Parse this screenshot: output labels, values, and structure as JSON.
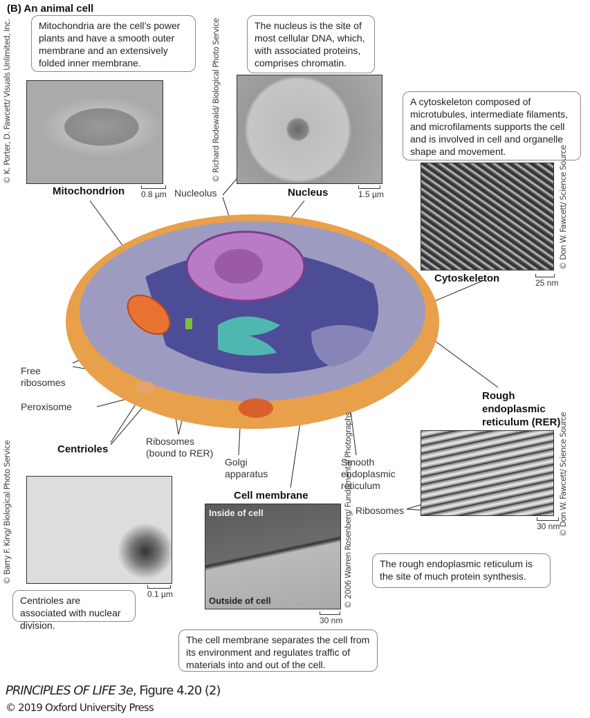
{
  "title": "(B)  An animal cell",
  "callouts": {
    "mitochondria": "Mitochondria are the cell’s power plants and have a smooth outer membrane and an extensively folded inner membrane.",
    "nucleus": "The nucleus is the site of most cellular DNA, which, with associated proteins, comprises chromatin.",
    "cytoskeleton": "A cytoskeleton composed of microtubules, intermediate filaments, and microfilaments supports the cell and is involved in cell and organelle shape and movement.",
    "rer": "The rough endoplasmic reticulum is the site of much protein synthesis.",
    "centrioles": "Centrioles are associated with nuclear division.",
    "membrane": "The cell membrane separates the cell from its environment and regulates traffic of materials into and out of the cell."
  },
  "credits": {
    "mito": "© K. Porter, D. Fawcett/ Visuals Unlimited, Inc.",
    "nucleus": "© Richard Rodewald/ Biological Photo Service",
    "cyto": "© Don W. Fawcett/ Science Source",
    "rer": "© Don W. Fawcett/ Science Source",
    "centrioles": "© Barry F. King/ Biological Photo Service",
    "membrane": "© 2006 Warren Rosenberg/ Fundamental Photographs"
  },
  "labels": {
    "mitochondrion": "Mitochondrion",
    "nucleolus": "Nucleolus",
    "nucleus": "Nucleus",
    "cytoskeleton": "Cytoskeleton",
    "free_ribosomes": "Free ribosomes",
    "peroxisome": "Peroxisome",
    "centrioles": "Centrioles",
    "ribosomes_bound": "Ribosomes (bound to RER)",
    "golgi": "Golgi apparatus",
    "smooth_er": "Smooth endoplasmic reticulum",
    "rough_er": "Rough endoplasmic reticulum (RER)",
    "ribosomes": "Ribosomes",
    "cell_membrane": "Cell membrane",
    "inside": "Inside of cell",
    "outside": "Outside of cell"
  },
  "scales": {
    "mito": "0.8 µm",
    "nucleus": "1.5 µm",
    "cyto": "25 nm",
    "rer": "30 nm",
    "centrioles": "0.1 µm",
    "membrane": "30 nm"
  },
  "footer": {
    "book": "PRINCIPLES OF LIFE 3e",
    "figure": ", Figure 4.20 (2)",
    "copyright": "© 2019 Oxford University Press"
  }
}
